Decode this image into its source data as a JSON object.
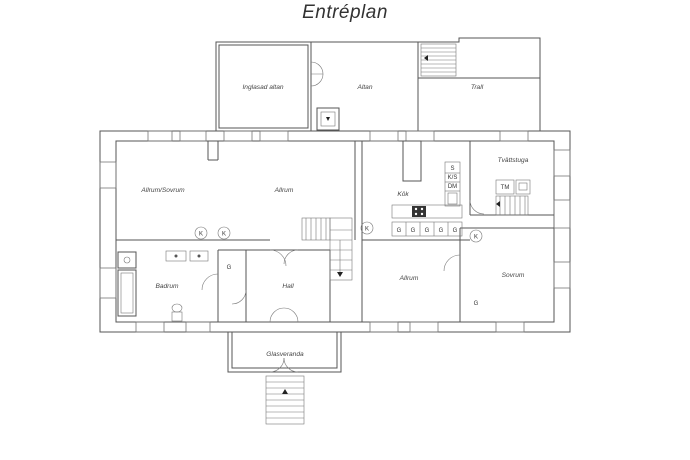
{
  "title": "Entréplan",
  "rooms": {
    "inglasad_altan": "Inglasad altan",
    "altan": "Altan",
    "trall": "Trall",
    "allrum_sovrum": "Allrum/Sovrum",
    "allrum_1": "Allrum",
    "kok": "Kök",
    "tvattstuga": "Tvättstuga",
    "badrum": "Badrum",
    "hall": "Hall",
    "allrum_2": "Allrum",
    "sovrum": "Sovrum",
    "glasveranda": "Glasveranda"
  },
  "symbols": {
    "k": "K",
    "g": "G",
    "s": "S",
    "ks": "K/S",
    "dm": "DM",
    "tm": "TM"
  }
}
